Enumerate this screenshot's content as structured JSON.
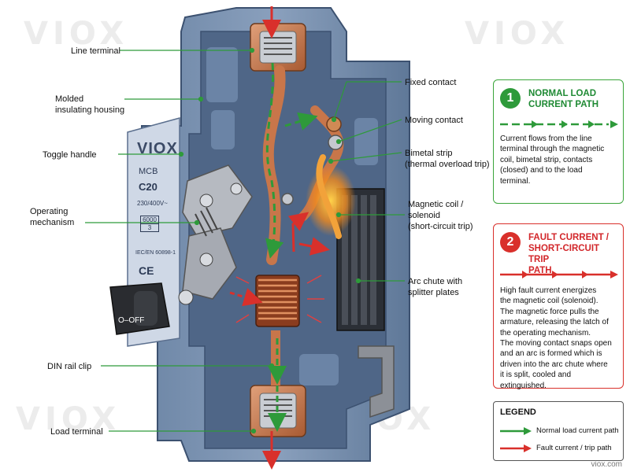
{
  "watermark": "VIOX",
  "device": {
    "brand": "VIOX",
    "model_line1": "MCB",
    "model_line2": "C20",
    "voltage": "230/400V~",
    "rating_top": "6000",
    "rating_bottom": "3",
    "standard": "IEC/EN 60898-1",
    "ce_mark": "CE",
    "off_label": "O–OFF"
  },
  "labels": {
    "line_terminal": "Line terminal",
    "housing": [
      "Molded",
      "insulating housing"
    ],
    "toggle_handle": "Toggle handle",
    "operating_mechanism": [
      "Operating",
      "mechanism"
    ],
    "din_rail_clip": "DIN rail clip",
    "load_terminal": "Load terminal",
    "fixed_contact": "Fixed contact",
    "moving_contact": "Moving contact",
    "bimetal_strip": [
      "Bimetal strip",
      "(thermal overload trip)"
    ],
    "magnetic_coil": [
      "Magnetic coil /",
      "solenoid",
      "(short-circuit trip)"
    ],
    "arc_chute": [
      "Arc chute with",
      "splitter plates"
    ]
  },
  "normal_box": {
    "number": "1",
    "title": [
      "NORMAL LOAD",
      "CURRENT PATH"
    ],
    "description": [
      "Current flows from the line",
      "terminal through the magnetic",
      "coil, bimetal strip, contacts",
      "(closed) and to the load",
      "terminal."
    ],
    "color": "#2e9a3a"
  },
  "fault_box": {
    "number": "2",
    "title": [
      "FAULT CURRENT /",
      "SHORT-CIRCUIT TRIP",
      "PATH"
    ],
    "description": [
      "High fault current energizes",
      "the magnetic coil (solenoid).",
      "The magnetic force pulls the",
      "armature, releasing the latch of",
      "the operating mechanism.",
      "The moving contact snaps open",
      "and an arc is formed which is",
      "driven into the arc chute where",
      "it is split, cooled and extinguished."
    ],
    "color": "#d9302b"
  },
  "legend": {
    "title": "LEGEND",
    "normal": "Normal load current path",
    "fault": "Fault current / trip path"
  },
  "site": "viox.com"
}
